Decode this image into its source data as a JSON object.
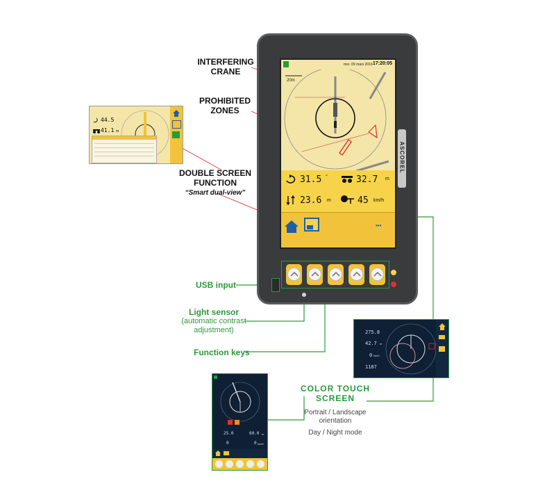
{
  "callouts": {
    "interfering_crane": [
      "INTERFERING",
      "CRANE"
    ],
    "prohibited_zones": [
      "PROHIBITED",
      "ZONES"
    ],
    "double_screen": [
      "DOUBLE SCREEN",
      "FUNCTION"
    ],
    "smart_dual_view": "“Smart dual-view”",
    "usb_input": "USB input",
    "light_sensor": "Light sensor",
    "light_sensor_sub": [
      "(automatic contrast",
      "adjustment)"
    ],
    "function_keys": "Function keys",
    "color_touch": [
      "COLOR TOUCH",
      "SCREEN"
    ],
    "orientation": [
      "Portrait / Landscape",
      "orientation"
    ],
    "day_night": "Day / Night mode"
  },
  "device": {
    "brand": "ASCOREL",
    "screen": {
      "date": "mer. 09 mars 2016",
      "time": "17:20:05",
      "scale": "20m",
      "slew_value": "31.5",
      "slew_unit": "°",
      "height_value": "32.7",
      "height_unit": "m",
      "hook_value": "23.6",
      "hook_unit": "m",
      "wind_value": "45",
      "wind_unit": "km/h",
      "more": "•••"
    },
    "function_keys_count": 5
  },
  "thumb_dual": {
    "slew_value": "44.5",
    "height_value": "41.1",
    "unit": "m"
  },
  "thumb_landscape": {
    "v1": "275.8",
    "v2": "42.7",
    "v2_unit": "m",
    "v3": "0",
    "v3_unit": "km/h",
    "v4": "1187"
  },
  "thumb_portrait": {
    "v1": "25.0",
    "v2": "60.0",
    "v2_unit": "m",
    "v3": "0",
    "v4": "0",
    "v4_unit": "km/h"
  },
  "colors": {
    "green": "#2a9a3a",
    "red": "#e03030",
    "yellow": "#f2c33a",
    "navy": "#1f5fa8"
  }
}
